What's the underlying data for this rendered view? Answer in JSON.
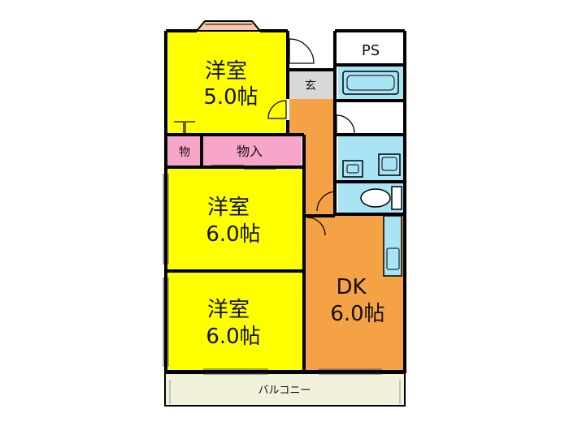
{
  "rooms": {
    "bedroom_top": {
      "name": "洋室",
      "size": "5.0帖"
    },
    "bedroom_mid": {
      "name": "洋室",
      "size": "6.0帖"
    },
    "bedroom_bot": {
      "name": "洋室",
      "size": "6.0帖"
    },
    "dining_kitchen": {
      "name": "DK",
      "size": "6.0帖"
    },
    "entrance": "玄",
    "closet_small": "物",
    "closet_large": "物入",
    "pipe_space": "PS",
    "balcony": "バルコニー"
  },
  "colors": {
    "bedroom": "#ffff00",
    "dining_kitchen": "#f5a145",
    "closet": "#f7a6c9",
    "wet_area": "#a8e4f4",
    "entrance": "#d8d8d8",
    "balcony": "#f1f1dc",
    "wall": "#000000"
  }
}
